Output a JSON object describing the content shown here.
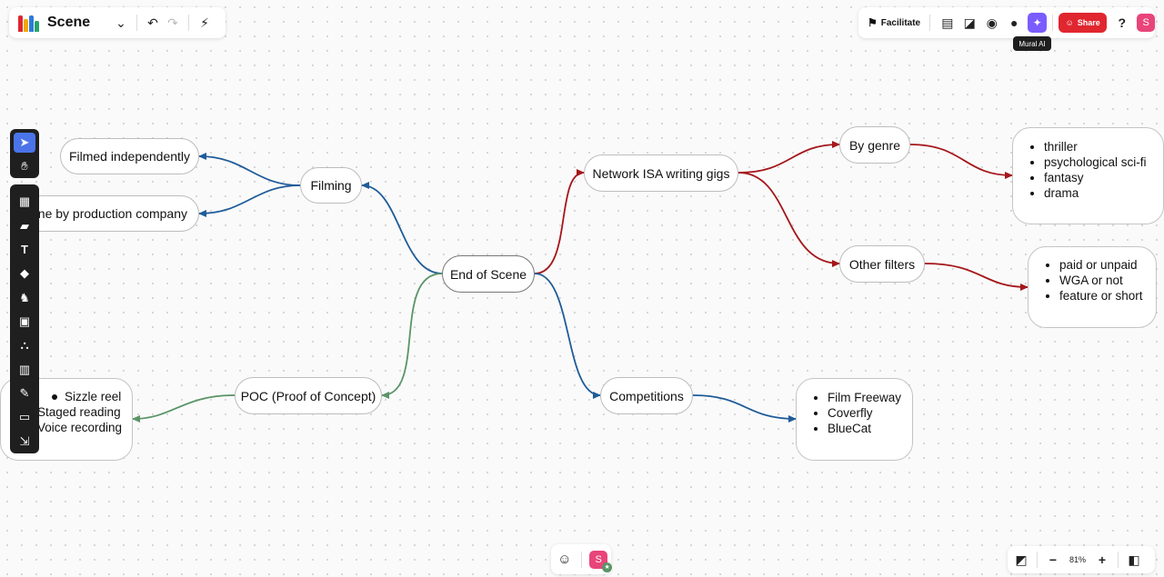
{
  "header": {
    "title": "Scene",
    "facilitate_label": "Facilitate",
    "share_label": "Share",
    "avatar_initial": "S",
    "tooltip": "Mural AI"
  },
  "mindmap": {
    "center": "End of Scene",
    "filming": "Filming",
    "filmed_independently": "Filmed independently",
    "production_company": "Done by production company",
    "poc": "POC (Proof of Concept)",
    "poc_items": [
      "Sizzle reel",
      "Staged reading",
      "Voice recording"
    ],
    "network": "Network ISA writing gigs",
    "by_genre": "By genre",
    "genre_items": [
      "thriller",
      "psychological sci-fi",
      "fantasy",
      "drama"
    ],
    "other_filters": "Other filters",
    "filter_items": [
      "paid or unpaid",
      "WGA or not",
      "feature or short"
    ],
    "competitions": "Competitions",
    "competition_items": [
      "Film Freeway",
      "Coverfly",
      "BlueCat"
    ]
  },
  "footer": {
    "zoom": "81%",
    "avatar_initial": "S"
  },
  "colors": {
    "blue": "#1f5c99",
    "red": "#a5161a",
    "green": "#5a9467",
    "accent_ai": "#7b5cff",
    "share": "#e0262f"
  }
}
